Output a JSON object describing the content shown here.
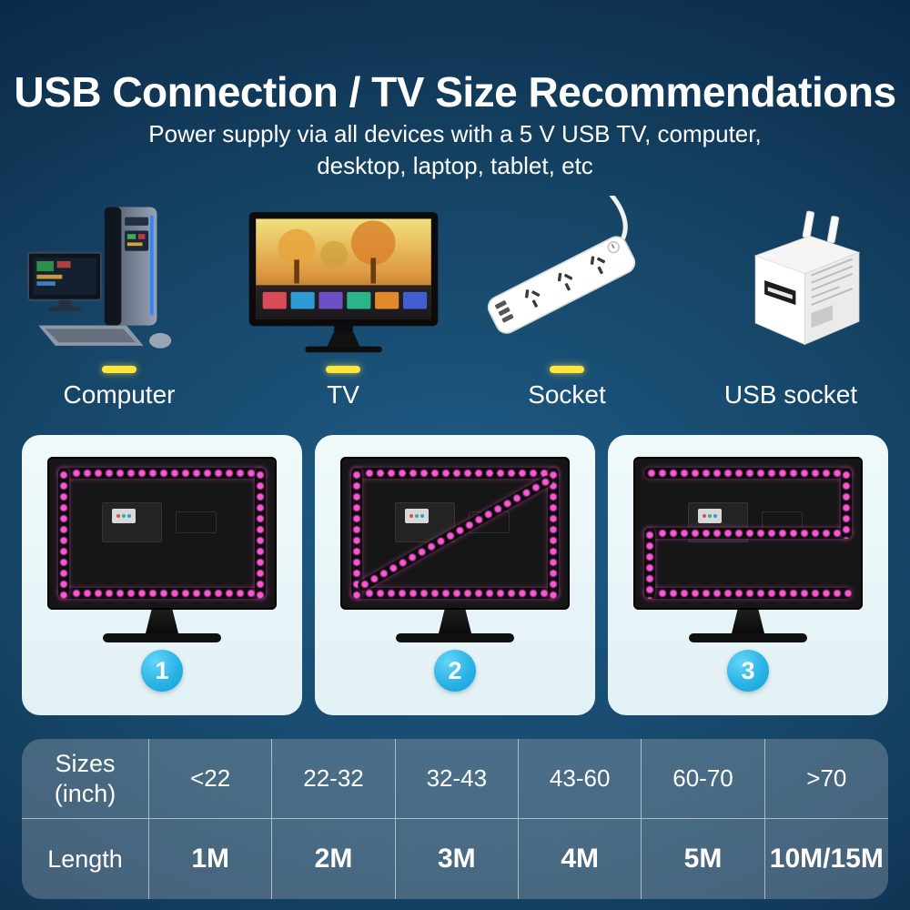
{
  "header": {
    "title": "USB Connection / TV Size Recommendations",
    "subtitle_line1": "Power supply via all devices with a 5 V USB TV, computer,",
    "subtitle_line2": "desktop, laptop, tablet, etc"
  },
  "devices": [
    {
      "label": "Computer",
      "icon": "desktop-computer-image"
    },
    {
      "label": "TV",
      "icon": "tv-image"
    },
    {
      "label": "Socket",
      "icon": "power-strip-image"
    },
    {
      "label": "USB socket",
      "icon": "usb-wall-adapter-image"
    }
  ],
  "installation_cards": [
    {
      "number": "1",
      "pattern": "led-strip-perimeter-outline"
    },
    {
      "number": "2",
      "pattern": "led-strip-perimeter-with-diagonal"
    },
    {
      "number": "3",
      "pattern": "led-strip-horizontal-zigzag"
    }
  ],
  "size_table": {
    "row_size": {
      "header": "Sizes\n(inch)",
      "values": [
        "<22",
        "22-32",
        "32-43",
        "43-60",
        "60-70",
        ">70"
      ]
    },
    "row_length": {
      "header": "Length",
      "values": [
        "1M",
        "2M",
        "3M",
        "4M",
        "5M",
        "10M/15M"
      ]
    }
  },
  "colors": {
    "badge_cyan": "#2bb3e6",
    "led_pink": "#ff57d8",
    "marker_yellow": "#ffe63c",
    "background_navy": "#0c2a49",
    "card_background": "#e9f6f8"
  }
}
